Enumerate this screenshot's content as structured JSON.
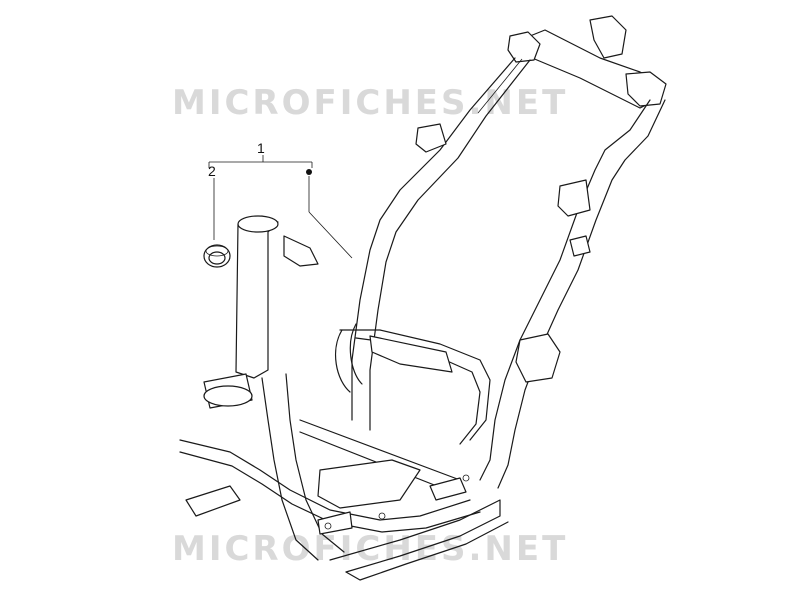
{
  "watermark": {
    "top_text": "MICROFICHES.NET",
    "bottom_text": "MICROFICHES.NET"
  },
  "callouts": {
    "label_1": "1",
    "label_2": "2"
  },
  "parts": {
    "frame": "frame-assembly",
    "bushing": "bushing-ring"
  },
  "colors": {
    "line": "#1a1a1a",
    "watermark": "#d9d9d9"
  }
}
